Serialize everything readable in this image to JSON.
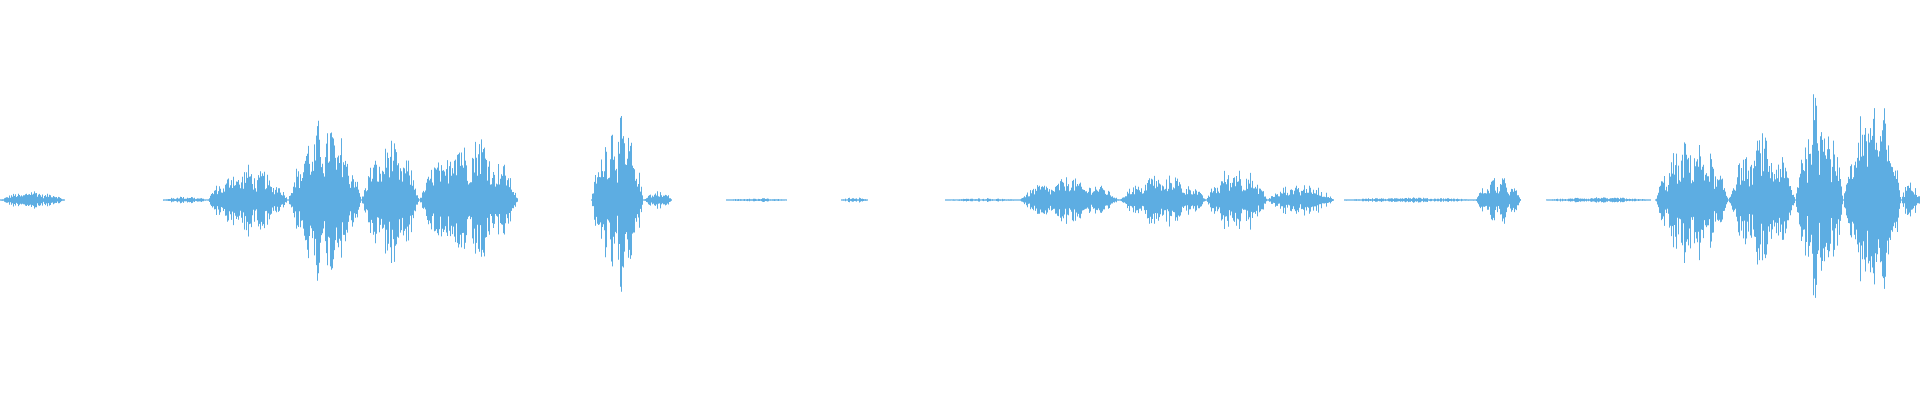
{
  "waveform": {
    "color": "#5dade2",
    "segments": [
      {
        "start": 0.0,
        "end": 0.034,
        "peak": 0.05
      },
      {
        "start": 0.085,
        "end": 0.108,
        "peak": 0.02
      },
      {
        "start": 0.108,
        "end": 0.15,
        "peak": 0.18
      },
      {
        "start": 0.15,
        "end": 0.188,
        "peak": 0.42
      },
      {
        "start": 0.188,
        "end": 0.218,
        "peak": 0.32
      },
      {
        "start": 0.218,
        "end": 0.27,
        "peak": 0.36
      },
      {
        "start": 0.27,
        "end": 0.27,
        "peak": 0.0
      },
      {
        "start": 0.308,
        "end": 0.335,
        "peak": 0.44
      },
      {
        "start": 0.335,
        "end": 0.35,
        "peak": 0.05
      },
      {
        "start": 0.378,
        "end": 0.41,
        "peak": 0.01
      },
      {
        "start": 0.438,
        "end": 0.452,
        "peak": 0.015
      },
      {
        "start": 0.492,
        "end": 0.53,
        "peak": 0.01
      },
      {
        "start": 0.53,
        "end": 0.583,
        "peak": 0.12
      },
      {
        "start": 0.583,
        "end": 0.628,
        "peak": 0.14
      },
      {
        "start": 0.628,
        "end": 0.66,
        "peak": 0.18
      },
      {
        "start": 0.66,
        "end": 0.695,
        "peak": 0.09
      },
      {
        "start": 0.7,
        "end": 0.768,
        "peak": 0.015
      },
      {
        "start": 0.768,
        "end": 0.792,
        "peak": 0.12
      },
      {
        "start": 0.805,
        "end": 0.86,
        "peak": 0.015
      },
      {
        "start": 0.862,
        "end": 0.9,
        "peak": 0.32
      },
      {
        "start": 0.9,
        "end": 0.935,
        "peak": 0.34
      },
      {
        "start": 0.935,
        "end": 0.96,
        "peak": 0.58
      },
      {
        "start": 0.96,
        "end": 0.99,
        "peak": 0.56
      },
      {
        "start": 0.99,
        "end": 1.0,
        "peak": 0.12
      }
    ]
  }
}
